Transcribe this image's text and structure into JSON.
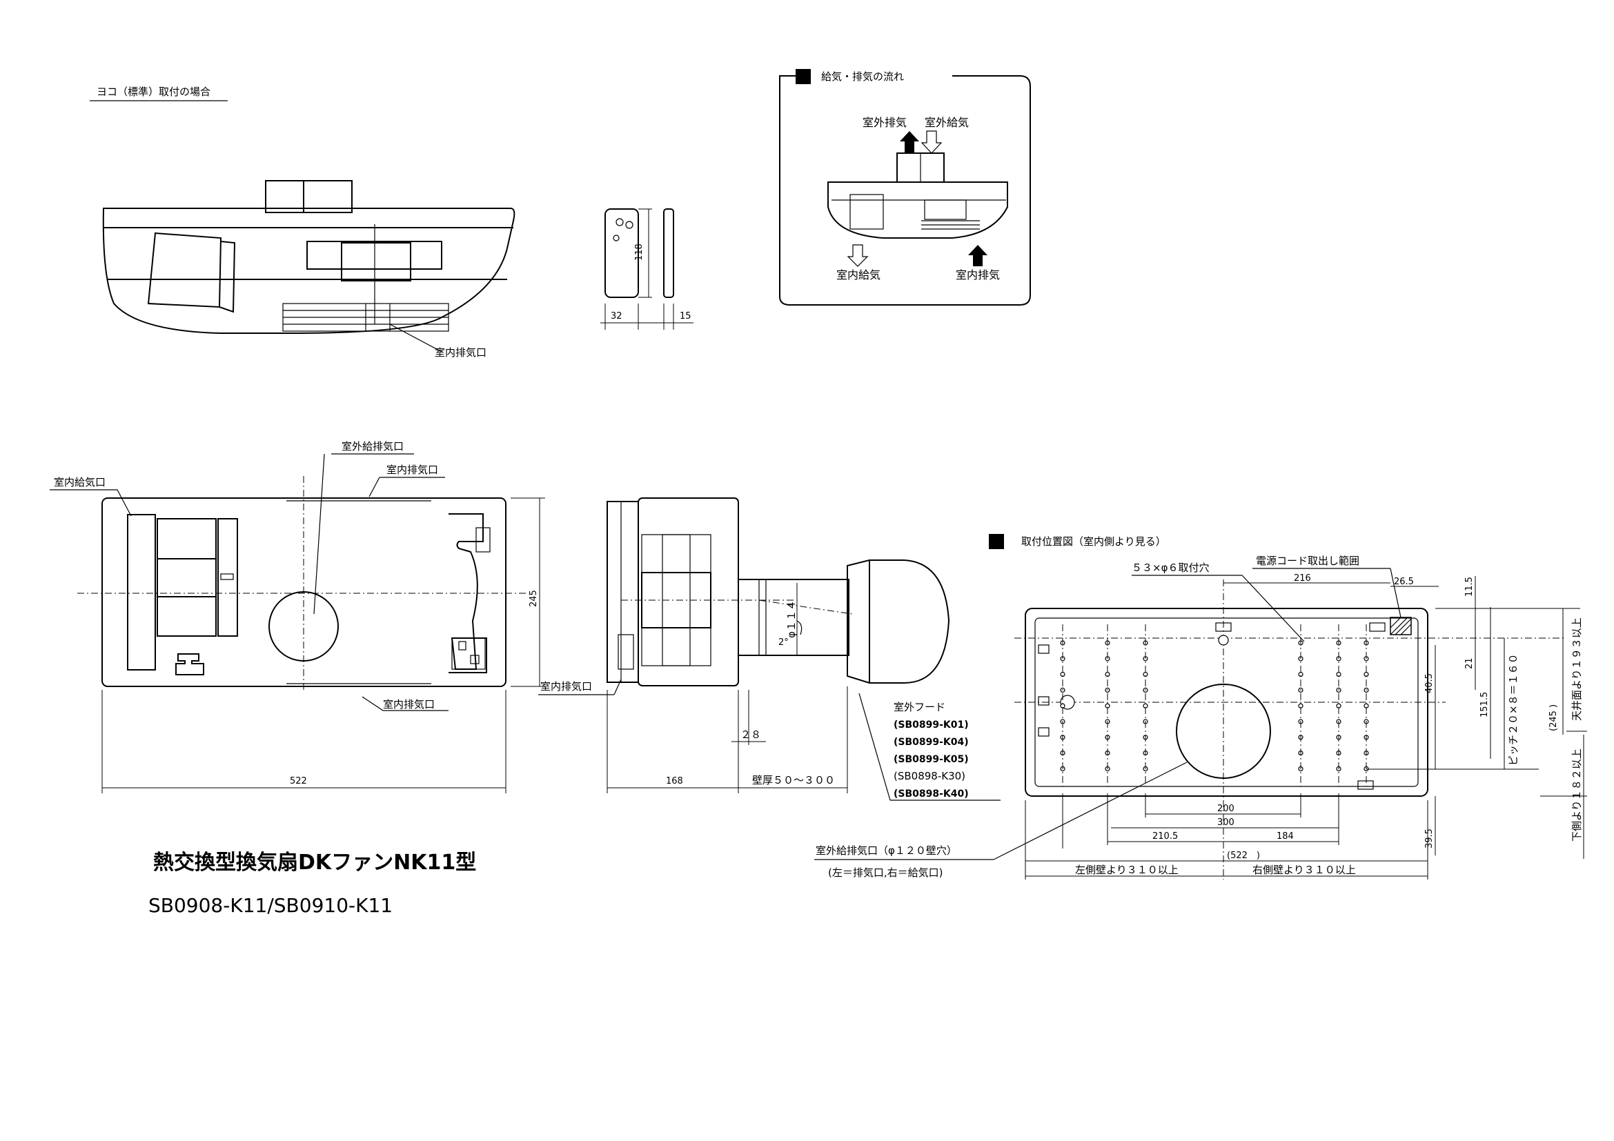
{
  "top_view": {
    "caption": "ヨコ（標準）取付の場合",
    "indoor_exhaust": "室内排気口"
  },
  "remote": {
    "height": "118",
    "width": "32",
    "depth": "15"
  },
  "flow": {
    "heading": "給気・排気の流れ",
    "outdoor_exhaust": "室外排気",
    "outdoor_supply": "室外給気",
    "indoor_supply": "室内給気",
    "indoor_exhaust": "室内排気"
  },
  "front_view": {
    "outdoor_port": "室外給排気口",
    "indoor_exhaust_top": "室内排気口",
    "indoor_supply": "室内給気口",
    "indoor_exhaust_bottom": "室内排気口",
    "height": "245",
    "width": "522"
  },
  "side_view": {
    "indoor_exhaust": "室内排気口",
    "duct_dia": "φ１１４",
    "angle": "2°",
    "offset": "２８",
    "depth": "168",
    "wall": "壁厚５０～３００",
    "hood_title": "室外フード",
    "hood_models": [
      "(SB0899-K01)",
      "(SB0899-K04)",
      "(SB0899-K05)",
      "(SB0898-K30)",
      "(SB0898-K40)"
    ]
  },
  "mount": {
    "heading": "取付位置図（室内側より見る）",
    "holes": "５３×φ６取付穴",
    "cord_range": "電源コード取出し範囲",
    "d216": "216",
    "d265": "26.5",
    "d115": "11.5",
    "d21": "21",
    "d1515": "151.5",
    "d405": "40.5",
    "pitch": "ピッチ２０×８＝１６０",
    "d245": "(245 )",
    "ceiling": "天井面より１９３以上",
    "floor": "下側より１８２以上",
    "d200": "200",
    "d300": "300",
    "d2105": "210.5",
    "d184": "184",
    "d395": "39.5",
    "d522": "(522　)",
    "left_wall": "左側壁より３１０以上",
    "right_wall": "右側壁より３１０以上",
    "port": "室外給排気口（φ１２０壁穴）",
    "port_note": "(左＝排気口,右＝給気口)"
  },
  "title": "熱交換型換気扇DKファンNK11型",
  "models": "SB0908-K11/SB0910-K11"
}
